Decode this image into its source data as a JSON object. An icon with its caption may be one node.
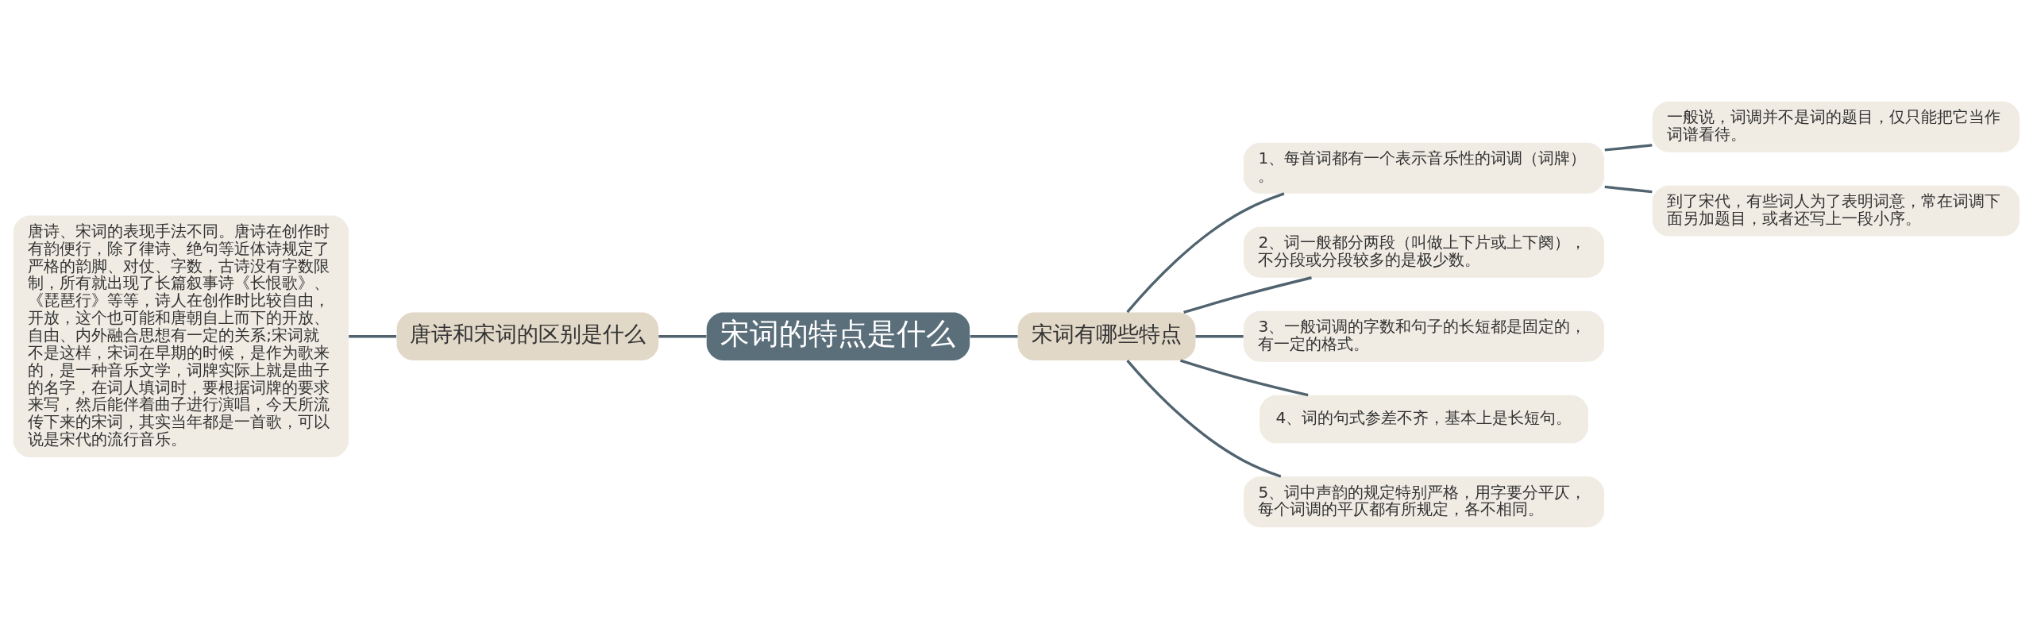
{
  "diagram": {
    "nodes": [
      {
        "text": [
          "宋词的特点是什么"
        ]
      },
      {
        "text": [
          "唐诗和宋词的区别是什么"
        ]
      },
      {
        "text": [
          "唐诗、宋词的表现手法不同。唐诗在创作时有韵便行，除了律诗、绝句等近体诗规定了严格的韵脚、对仗、字数，古诗没有字数限制，所有就出现了长篇叙事诗《长恨歌》、《琵琶行》等等，诗人在创作时比较自由，开放，这个也可能和唐朝自上而下的开放、自由、内外融合思想有一定的关系;宋词就不是这样，宋词在早期的时候，是作为歌来的，是一种音乐文学，词牌实际上就是曲子的名字，在词人填词时，要根据词牌的要求来写，然后能伴着曲子进行演唱，今天所流传下来的宋词，其实当年都是一首歌，可以说是宋代的流行音乐。"
        ]
      },
      {
        "text": [
          "宋词有哪些特点"
        ]
      },
      {
        "text": [
          "1、每首词都有一个表示音乐性的词调（词牌）。"
        ]
      },
      {
        "text": [
          "一般说，词调并不是词的题目，仅只能把它当作词谱看待。"
        ]
      },
      {
        "text": [
          "到了宋代，有些词人为了表明词意，常在词调下面另加题目，或者还写上一段小序。"
        ]
      },
      {
        "text": [
          "2、词一般都分两段（叫做上下片或上下阕），不分段或分段较多的是极少数。"
        ]
      },
      {
        "text": [
          "3、一般词调的字数和句子的长短都是固定的，有一定的格式。"
        ]
      },
      {
        "text": [
          "4、词的句式参差不齐，基本上是长短句。"
        ]
      },
      {
        "text": [
          "5、词中声韵的规定特别严格，用字要分平仄，每个词调的平仄都有所规定，各不相同。"
        ]
      }
    ],
    "edges": [
      {
        "from": 0,
        "to": 1,
        "arrow": "none"
      },
      {
        "from": 1,
        "to": 2,
        "arrow": "none"
      },
      {
        "from": 0,
        "to": 3,
        "arrow": "none"
      },
      {
        "from": 3,
        "to": 4,
        "arrow": "none"
      },
      {
        "from": 4,
        "to": 5,
        "arrow": "none"
      },
      {
        "from": 4,
        "to": 6,
        "arrow": "none"
      },
      {
        "from": 3,
        "to": 7,
        "arrow": "none"
      },
      {
        "from": 3,
        "to": 8,
        "arrow": "none"
      },
      {
        "from": 3,
        "to": 9,
        "arrow": "none"
      },
      {
        "from": 3,
        "to": 10,
        "arrow": "none"
      }
    ]
  }
}
